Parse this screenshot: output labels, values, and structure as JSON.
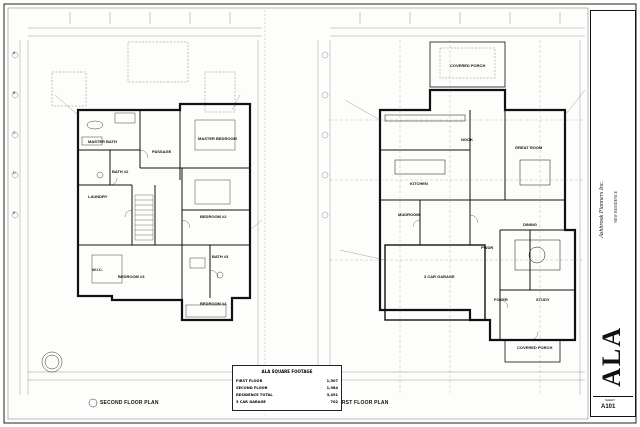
{
  "sheet": {
    "plans": {
      "second_floor_title": "SECOND FLOOR PLAN",
      "first_floor_title": "FIRST FLOOR PLAN"
    },
    "rooms_second": {
      "master_bath": "MASTER BATH",
      "master_bedroom": "MASTER BEDROOM",
      "passage": "PASSAGE",
      "bath_2": "BATH #2",
      "laundry": "LAUNDRY",
      "bedroom_2": "BEDROOM #2",
      "bedroom_3": "BEDROOM #3",
      "bedroom_4": "BEDROOM #4",
      "bath_3": "BATH #3",
      "wic": "W.I.C."
    },
    "rooms_first": {
      "covered_porch_top": "COVERED PORCH",
      "nook": "NOOK",
      "kitchen": "KITCHEN",
      "great_room": "GREAT ROOM",
      "mudroom": "MUDROOM",
      "dining": "DINING",
      "garage": "3 CAR GARAGE",
      "study": "STUDY",
      "foyer": "FOYER",
      "covered_porch_bottom": "COVERED PORCH",
      "powder": "PWDR"
    },
    "grid_letters": [
      "A",
      "B",
      "C",
      "D",
      "E"
    ],
    "sqft_table": {
      "title": "ALA SQUARE FOOTAGE",
      "rows": [
        {
          "label": "FIRST FLOOR",
          "value": "1,507"
        },
        {
          "label": "SECOND FLOOR",
          "value": "1,984"
        },
        {
          "label": "RESIDENCE TOTAL",
          "value": "3,491"
        },
        {
          "label": "3 CAR GARAGE",
          "value": "702"
        }
      ]
    },
    "title_block": {
      "firm": "Ashbrook Planners Inc.",
      "logo": "ALA",
      "project": "NEW RESIDENCE",
      "sheet_no": "A101",
      "sheet_label": "SHEET"
    }
  }
}
